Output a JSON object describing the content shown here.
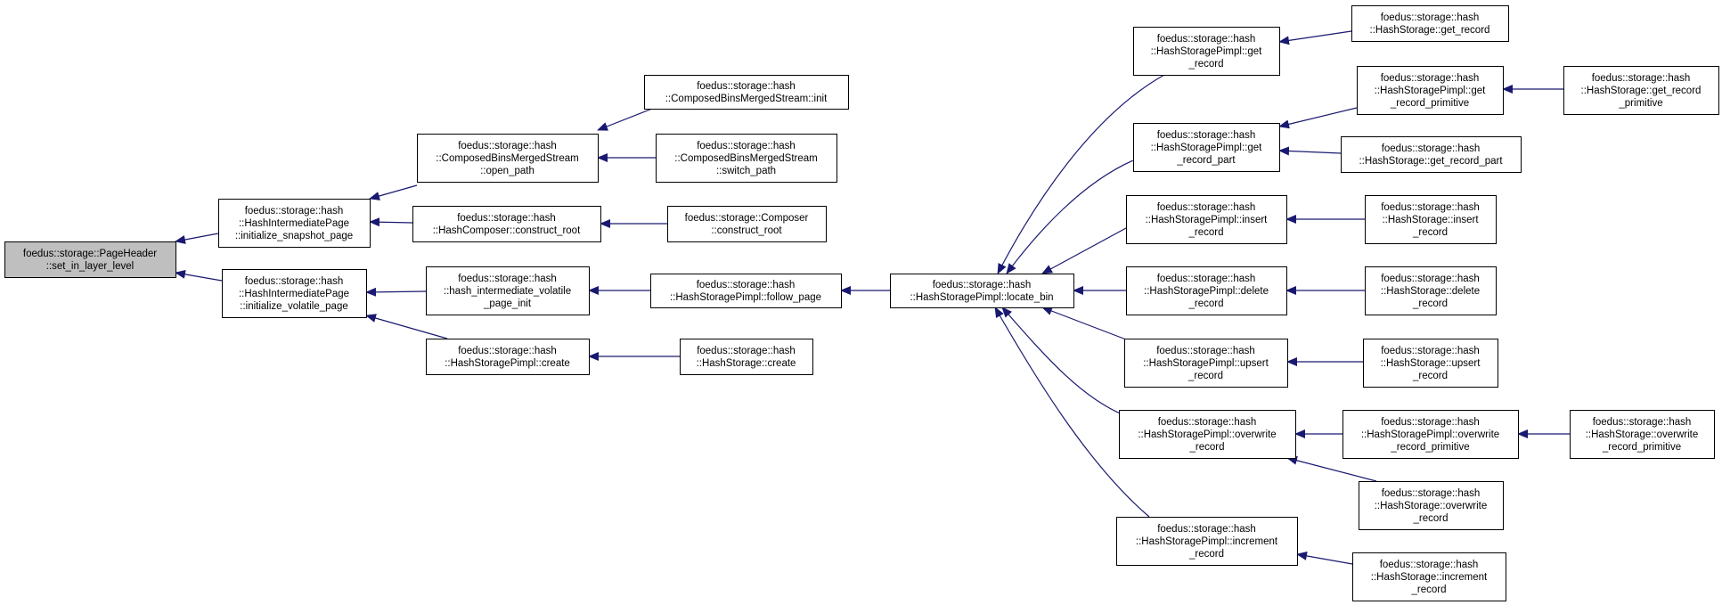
{
  "graph": {
    "nodes": [
      {
        "id": "root",
        "lines": [
          "foedus::storage::PageHeader",
          "::set_in_layer_level"
        ],
        "highlight": true
      },
      {
        "id": "init_snap",
        "lines": [
          "foedus::storage::hash",
          "::HashIntermediatePage",
          "::initialize_snapshot_page"
        ]
      },
      {
        "id": "init_vol",
        "lines": [
          "foedus::storage::hash",
          "::HashIntermediatePage",
          "::initialize_volatile_page"
        ]
      },
      {
        "id": "open_path",
        "lines": [
          "foedus::storage::hash",
          "::ComposedBinsMergedStream",
          "::open_path"
        ]
      },
      {
        "id": "construct_root",
        "lines": [
          "foedus::storage::hash",
          "::HashComposer::construct_root"
        ]
      },
      {
        "id": "hivpi",
        "lines": [
          "foedus::storage::hash",
          "::hash_intermediate_volatile",
          "_page_init"
        ]
      },
      {
        "id": "pimpl_create",
        "lines": [
          "foedus::storage::hash",
          "::HashStoragePimpl::create"
        ]
      },
      {
        "id": "cbms_init",
        "lines": [
          "foedus::storage::hash",
          "::ComposedBinsMergedStream::init"
        ]
      },
      {
        "id": "switch_path",
        "lines": [
          "foedus::storage::hash",
          "::ComposedBinsMergedStream",
          "::switch_path"
        ]
      },
      {
        "id": "composer_cr",
        "lines": [
          "foedus::storage::Composer",
          "::construct_root"
        ]
      },
      {
        "id": "follow_page",
        "lines": [
          "foedus::storage::hash",
          "::HashStoragePimpl::follow_page"
        ]
      },
      {
        "id": "hs_create",
        "lines": [
          "foedus::storage::hash",
          "::HashStorage::create"
        ]
      },
      {
        "id": "locate_bin",
        "lines": [
          "foedus::storage::hash",
          "::HashStoragePimpl::locate_bin"
        ]
      },
      {
        "id": "p_get_record",
        "lines": [
          "foedus::storage::hash",
          "::HashStoragePimpl::get",
          "_record"
        ]
      },
      {
        "id": "p_get_part",
        "lines": [
          "foedus::storage::hash",
          "::HashStoragePimpl::get",
          "_record_part"
        ]
      },
      {
        "id": "p_insert",
        "lines": [
          "foedus::storage::hash",
          "::HashStoragePimpl::insert",
          "_record"
        ]
      },
      {
        "id": "p_delete",
        "lines": [
          "foedus::storage::hash",
          "::HashStoragePimpl::delete",
          "_record"
        ]
      },
      {
        "id": "p_upsert",
        "lines": [
          "foedus::storage::hash",
          "::HashStoragePimpl::upsert",
          "_record"
        ]
      },
      {
        "id": "p_overwrite",
        "lines": [
          "foedus::storage::hash",
          "::HashStoragePimpl::overwrite",
          "_record"
        ]
      },
      {
        "id": "p_increment",
        "lines": [
          "foedus::storage::hash",
          "::HashStoragePimpl::increment",
          "_record"
        ]
      },
      {
        "id": "s_get_record",
        "lines": [
          "foedus::storage::hash",
          "::HashStorage::get_record"
        ]
      },
      {
        "id": "p_get_prim",
        "lines": [
          "foedus::storage::hash",
          "::HashStoragePimpl::get",
          "_record_primitive"
        ]
      },
      {
        "id": "s_get_part",
        "lines": [
          "foedus::storage::hash",
          "::HashStorage::get_record_part"
        ]
      },
      {
        "id": "s_insert",
        "lines": [
          "foedus::storage::hash",
          "::HashStorage::insert",
          "_record"
        ]
      },
      {
        "id": "s_delete",
        "lines": [
          "foedus::storage::hash",
          "::HashStorage::delete",
          "_record"
        ]
      },
      {
        "id": "s_upsert",
        "lines": [
          "foedus::storage::hash",
          "::HashStorage::upsert",
          "_record"
        ]
      },
      {
        "id": "p_overwrite_prim",
        "lines": [
          "foedus::storage::hash",
          "::HashStoragePimpl::overwrite",
          "_record_primitive"
        ]
      },
      {
        "id": "s_overwrite",
        "lines": [
          "foedus::storage::hash",
          "::HashStorage::overwrite",
          "_record"
        ]
      },
      {
        "id": "s_increment",
        "lines": [
          "foedus::storage::hash",
          "::HashStorage::increment",
          "_record"
        ]
      },
      {
        "id": "s_get_prim",
        "lines": [
          "foedus::storage::hash",
          "::HashStorage::get_record",
          "_primitive"
        ]
      },
      {
        "id": "s_overwrite_prim",
        "lines": [
          "foedus::storage::hash",
          "::HashStorage::overwrite",
          "_record_primitive"
        ]
      }
    ],
    "edges": [
      {
        "from": "init_snap",
        "to": "root"
      },
      {
        "from": "init_vol",
        "to": "root"
      },
      {
        "from": "open_path",
        "to": "init_snap"
      },
      {
        "from": "construct_root",
        "to": "init_snap"
      },
      {
        "from": "hivpi",
        "to": "init_vol"
      },
      {
        "from": "pimpl_create",
        "to": "init_vol"
      },
      {
        "from": "cbms_init",
        "to": "open_path"
      },
      {
        "from": "switch_path",
        "to": "open_path"
      },
      {
        "from": "composer_cr",
        "to": "construct_root"
      },
      {
        "from": "follow_page",
        "to": "hivpi"
      },
      {
        "from": "hs_create",
        "to": "pimpl_create"
      },
      {
        "from": "locate_bin",
        "to": "follow_page"
      },
      {
        "from": "p_get_record",
        "to": "locate_bin"
      },
      {
        "from": "p_get_part",
        "to": "locate_bin"
      },
      {
        "from": "p_insert",
        "to": "locate_bin"
      },
      {
        "from": "p_delete",
        "to": "locate_bin"
      },
      {
        "from": "p_upsert",
        "to": "locate_bin"
      },
      {
        "from": "p_overwrite",
        "to": "locate_bin"
      },
      {
        "from": "p_increment",
        "to": "locate_bin"
      },
      {
        "from": "s_get_record",
        "to": "p_get_record"
      },
      {
        "from": "p_get_prim",
        "to": "p_get_part"
      },
      {
        "from": "s_get_part",
        "to": "p_get_part"
      },
      {
        "from": "s_insert",
        "to": "p_insert"
      },
      {
        "from": "s_delete",
        "to": "p_delete"
      },
      {
        "from": "s_upsert",
        "to": "p_upsert"
      },
      {
        "from": "p_overwrite_prim",
        "to": "p_overwrite"
      },
      {
        "from": "s_overwrite",
        "to": "p_overwrite"
      },
      {
        "from": "s_increment",
        "to": "p_increment"
      },
      {
        "from": "s_get_prim",
        "to": "p_get_prim"
      },
      {
        "from": "s_overwrite_prim",
        "to": "p_overwrite_prim"
      }
    ]
  },
  "colors": {
    "highlight_fill": "#bfbfbf",
    "node_fill": "#ffffff",
    "node_border": "#000000",
    "edge": "#191970"
  }
}
